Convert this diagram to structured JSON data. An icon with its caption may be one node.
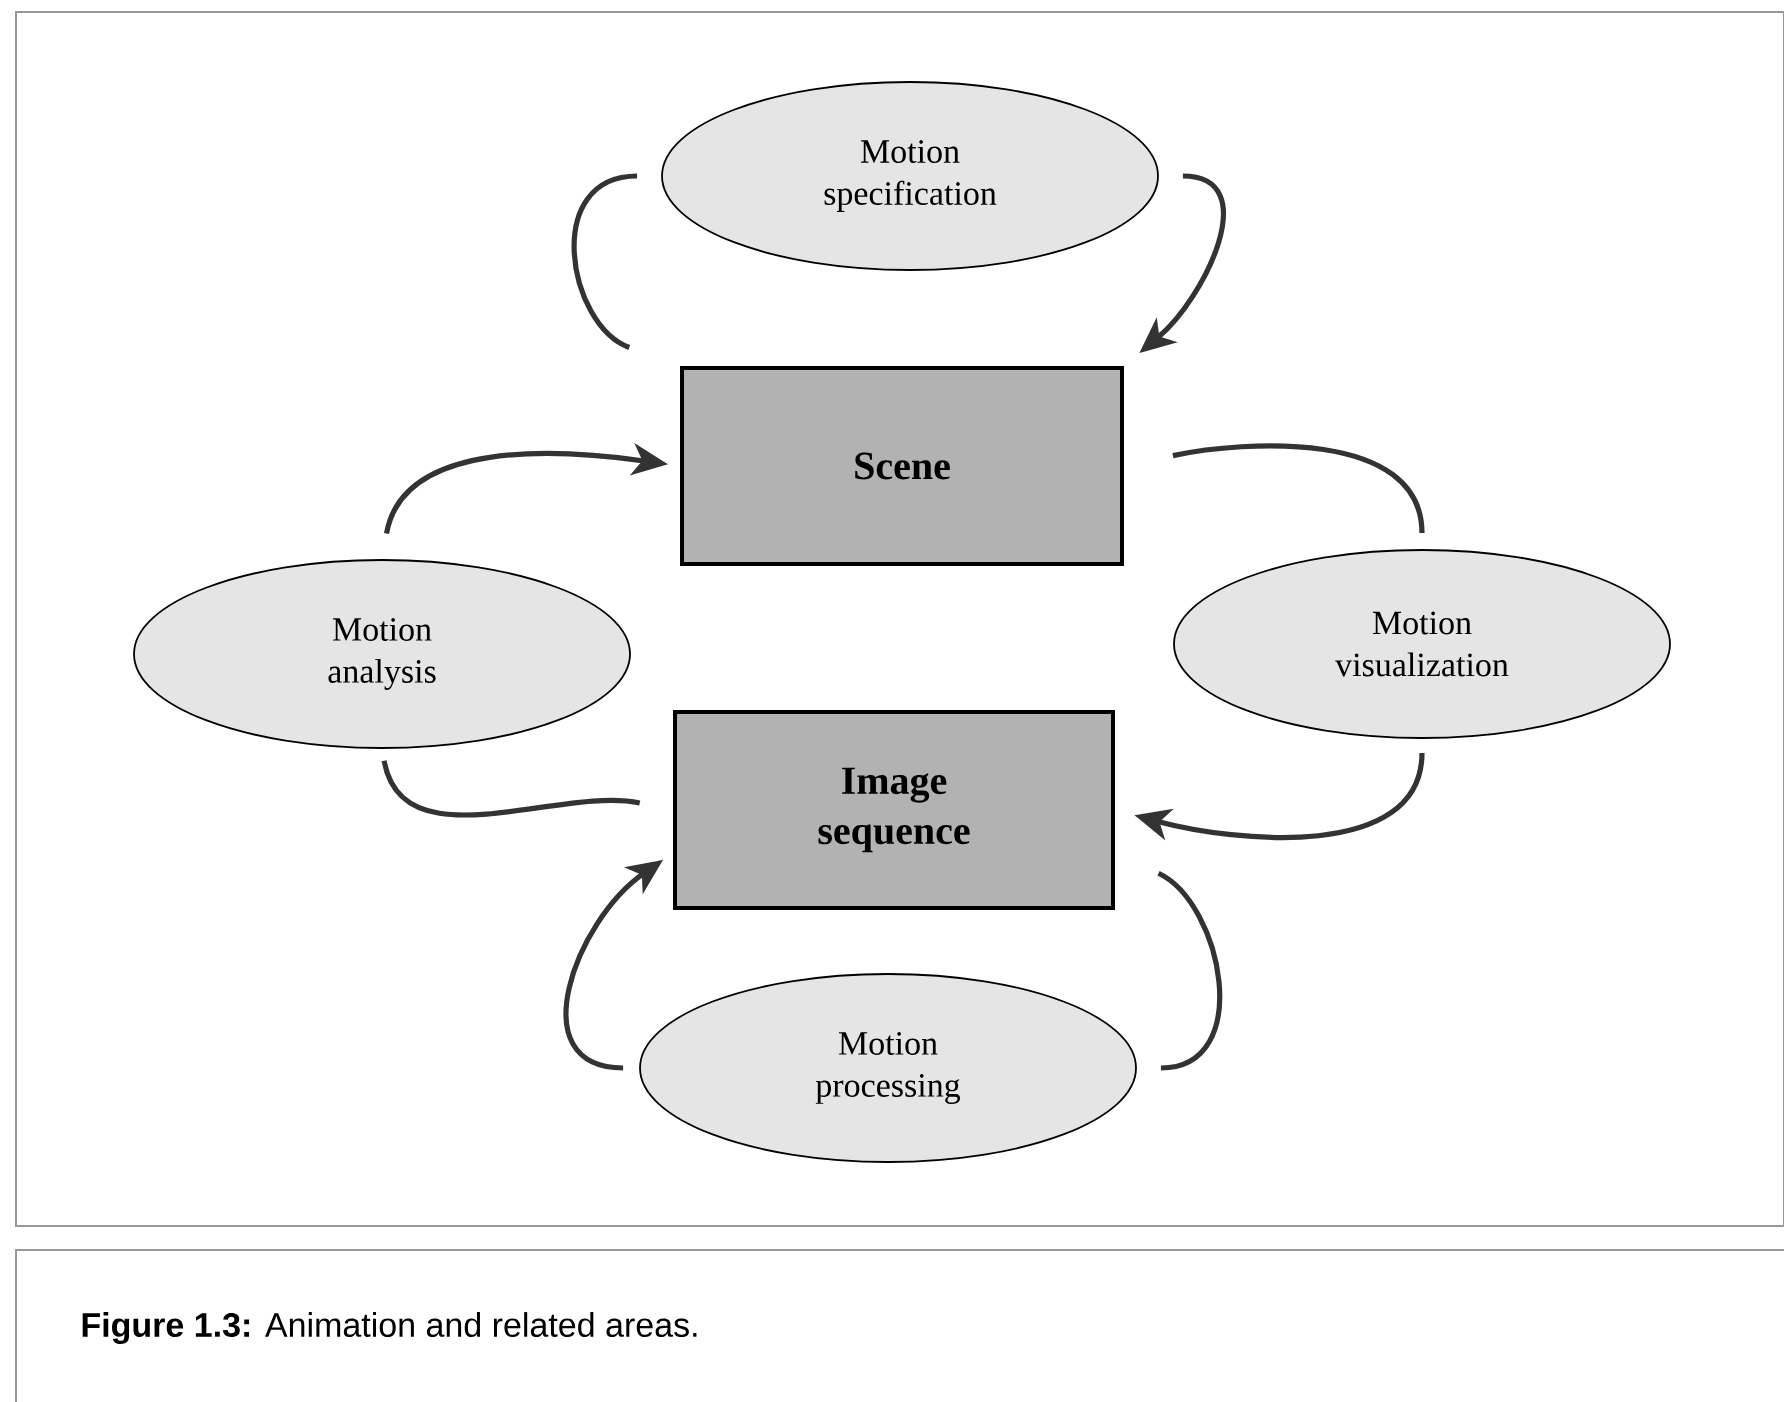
{
  "diagram": {
    "caption": "**Figure 1.3:** Animation and related areas.",
    "nodes": [
      {
        "text": [
          "Motion specification"
        ]
      },
      {
        "text": [
          "Scene"
        ]
      },
      {
        "text": [
          "Motion analysis"
        ]
      },
      {
        "text": [
          "Motion visualization"
        ]
      },
      {
        "text": [
          "Image sequence"
        ]
      },
      {
        "text": [
          "Motion processing"
        ]
      }
    ],
    "edges": [
      {
        "from": 1,
        "to": 0,
        "arrow": "none"
      },
      {
        "from": 0,
        "to": 1,
        "arrow": "to"
      },
      {
        "from": 2,
        "to": 1,
        "arrow": "to"
      },
      {
        "from": 1,
        "to": 3,
        "arrow": "none"
      },
      {
        "from": 2,
        "to": 4,
        "arrow": "none"
      },
      {
        "from": 3,
        "to": 4,
        "arrow": "to"
      },
      {
        "from": 5,
        "to": 4,
        "arrow": "to"
      },
      {
        "from": 4,
        "to": 5,
        "arrow": "none"
      }
    ]
  }
}
